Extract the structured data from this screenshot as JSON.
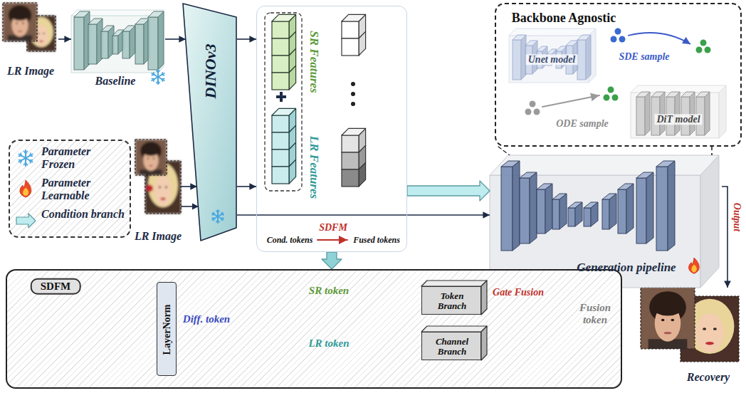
{
  "diagram": {
    "nodes": [
      {
        "text": [
          "LR Image"
        ]
      },
      {
        "text": [
          "Baseline"
        ]
      },
      {
        "text": [
          "DINOv3"
        ]
      },
      {
        "text": [
          "SR Features",
          "LR Features",
          "Cond. tokens",
          "Fused tokens"
        ]
      },
      {
        "text": [
          "Backbone Agnostic"
        ]
      },
      {
        "text": [
          "Unet model"
        ],
        "in": 4
      },
      {
        "text": [
          "DiT model"
        ],
        "in": 4
      },
      {
        "text": [
          "LR Image"
        ]
      },
      {
        "text": [
          "Generation pipeline"
        ]
      },
      {
        "text": [
          "SDFM"
        ]
      },
      {
        "text": [
          "LayerNorm"
        ],
        "in": 9
      },
      {
        "text": [
          "Token Branch"
        ],
        "in": 9
      },
      {
        "text": [
          "Channel Branch"
        ],
        "in": 9
      },
      {
        "text": [
          "Recovery"
        ]
      }
    ],
    "edges": [
      {
        "from": 0,
        "to": 1,
        "arrow": "to"
      },
      {
        "from": 1,
        "to": 2,
        "arrow": "to"
      },
      {
        "from": 7,
        "to": 2,
        "arrow": "to"
      },
      {
        "from": 7,
        "to": 2,
        "arrow": "to"
      },
      {
        "from": 2,
        "to": 3,
        "arrow": "to"
      },
      {
        "from": 2,
        "to": 3,
        "arrow": "to"
      },
      {
        "from": 2,
        "to": 8,
        "arrow": "to"
      },
      {
        "from": 3,
        "to": 8,
        "arrow": "to"
      },
      {
        "from": 3,
        "to": 9,
        "arrow": "to"
      },
      {
        "from": 8,
        "to": 13,
        "label": "Output",
        "arrow": "to"
      },
      {
        "from": 4,
        "to": 8,
        "arrow": "none"
      }
    ],
    "labels": [
      "SDFM",
      "SDE sample",
      "ODE sample",
      "SR token",
      "Diff. token",
      "LR token",
      "Gate Fusion",
      "Fusion token"
    ],
    "legend": [
      {
        "text": "Parameter Frozen"
      },
      {
        "text": "Parameter Learnable"
      },
      {
        "text": "Condition branch"
      }
    ]
  }
}
